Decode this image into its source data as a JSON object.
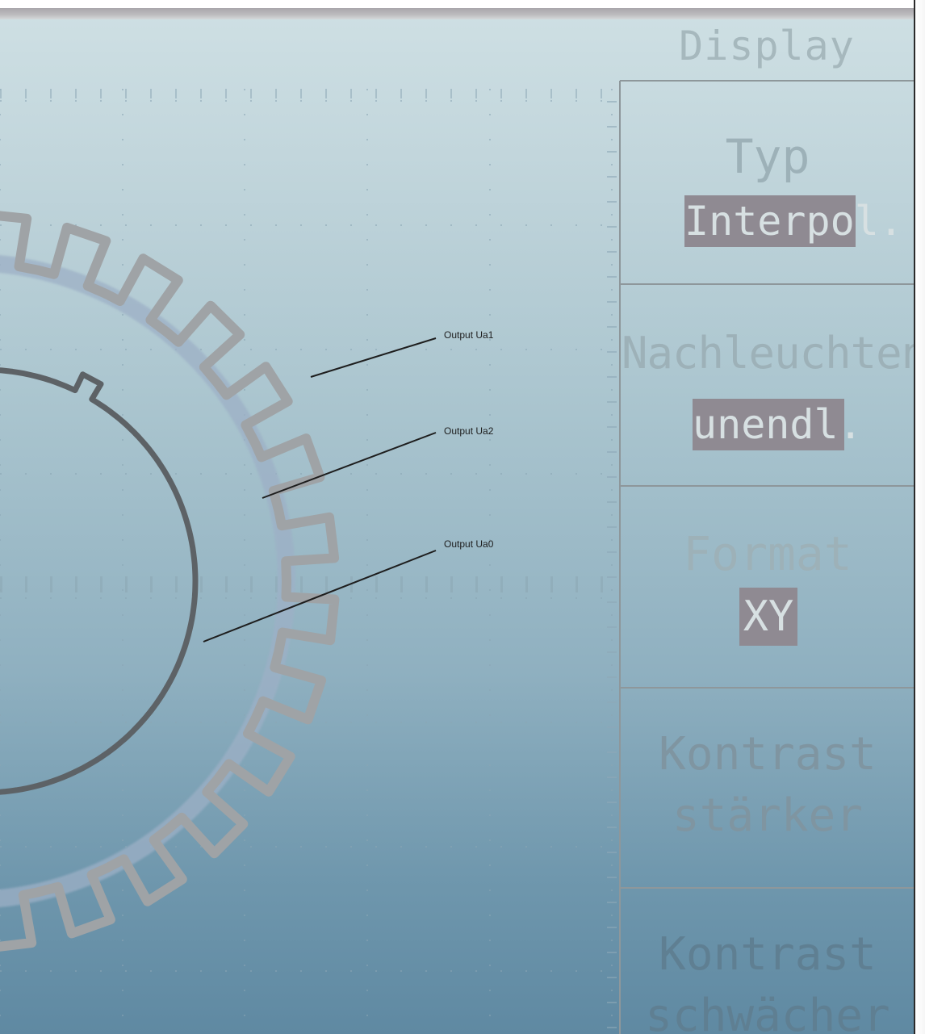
{
  "menu": {
    "title": "Display",
    "buttons": [
      {
        "label": "Typ",
        "value": "Interpol."
      },
      {
        "label": "Nachleuchten",
        "value": "unendl."
      },
      {
        "label": "Format",
        "value": "XY"
      },
      {
        "label": "Kontrast",
        "value_line2": "stärker"
      },
      {
        "label": "Kontrast",
        "value_line2": "schwächer"
      }
    ]
  },
  "callouts": {
    "ua1": "Output Ua1",
    "ua2": "Output Ua2",
    "ua0": "Output Ua0"
  },
  "colors": {
    "screen_top": "#cfe0e4",
    "screen_bottom": "#5f89a2",
    "highlight_bg": "#8f8a92",
    "trace_gear": "#9fa3a6",
    "trace_ring": "#9db0c6",
    "trace_inner": "#5d6266",
    "callout_line": "#1e1e1e"
  }
}
